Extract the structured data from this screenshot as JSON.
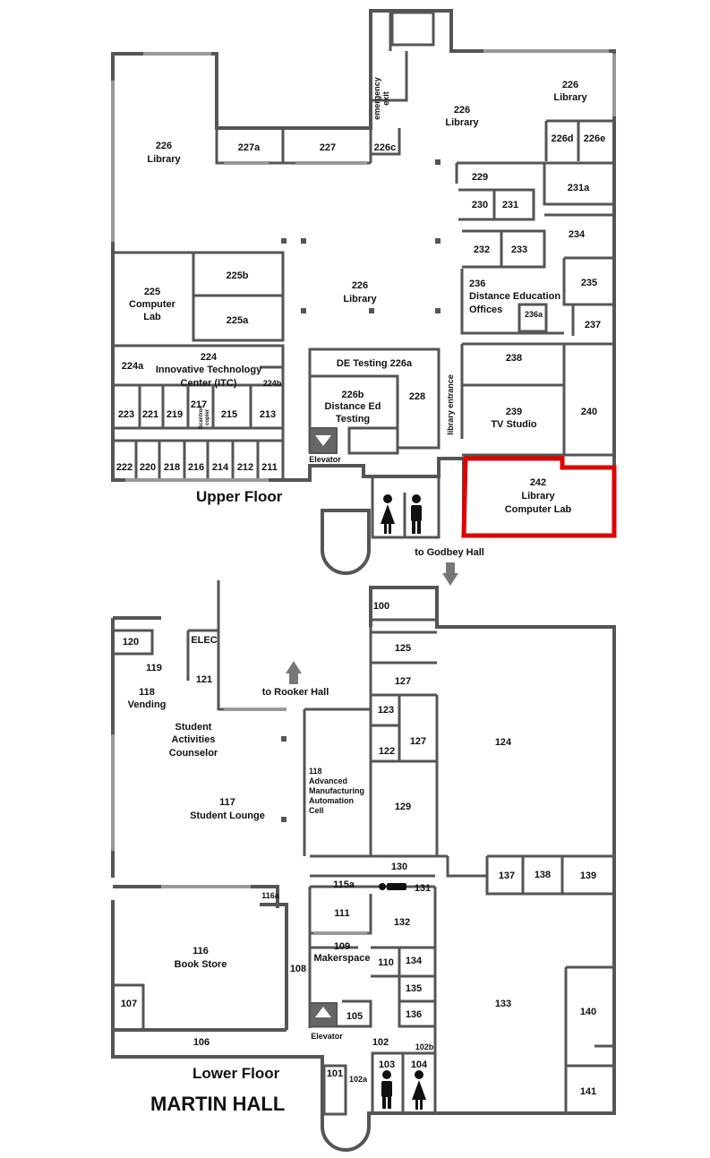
{
  "building_title": "MARTIN HALL",
  "floors": {
    "upper": "Upper Floor",
    "lower": "Lower Floor"
  },
  "highlight": {
    "room": "242",
    "color": "#e00000"
  },
  "upper_rooms": {
    "r226_a": [
      "226",
      "Library"
    ],
    "r226_b": [
      "226",
      "Library"
    ],
    "r226_c": [
      "226",
      "Library"
    ],
    "r226_d": [
      "226",
      "Library"
    ],
    "r227a": [
      "227a"
    ],
    "r227": [
      "227"
    ],
    "r226c": [
      "226c"
    ],
    "r226d": [
      "226d"
    ],
    "r226e": [
      "226e"
    ],
    "emergency_exit": [
      "emergency",
      "exit"
    ],
    "r229": [
      "229"
    ],
    "r231a": [
      "231a"
    ],
    "r230": [
      "230"
    ],
    "r231": [
      "231"
    ],
    "r232": [
      "232"
    ],
    "r233": [
      "233"
    ],
    "r234": [
      "234"
    ],
    "r235": [
      "235"
    ],
    "r236": [
      "236",
      "Distance Education",
      "Offices"
    ],
    "r236a": [
      "236a"
    ],
    "r237": [
      "237"
    ],
    "r238": [
      "238"
    ],
    "r225b": [
      "225b"
    ],
    "r225": [
      "225",
      "Computer",
      "Lab"
    ],
    "r225a": [
      "225a"
    ],
    "r224a": [
      "224a"
    ],
    "r224": [
      "224",
      "Innovative Technology",
      "Center (ITC)"
    ],
    "r224b": [
      "224b"
    ],
    "r223": [
      "223"
    ],
    "r221": [
      "221"
    ],
    "r219": [
      "219"
    ],
    "r217": [
      "217"
    ],
    "r217_sub": [
      "Scantron",
      "copier"
    ],
    "r215": [
      "215"
    ],
    "r213": [
      "213"
    ],
    "r222": [
      "222"
    ],
    "r220": [
      "220"
    ],
    "r218": [
      "218"
    ],
    "r216": [
      "216"
    ],
    "r214": [
      "214"
    ],
    "r212": [
      "212"
    ],
    "r211": [
      "211"
    ],
    "r226a": [
      "DE Testing 226a"
    ],
    "r226b": [
      "226b",
      "Distance Ed",
      "Testing"
    ],
    "r228": [
      "228"
    ],
    "library_entrance": [
      "library entrance"
    ],
    "r239": [
      "239",
      "TV Studio"
    ],
    "r240": [
      "240"
    ],
    "r242": [
      "242",
      "Library",
      "Computer Lab"
    ],
    "elevator": [
      "Elevator"
    ]
  },
  "lower_rooms": {
    "r100": [
      "100"
    ],
    "r120": [
      "120"
    ],
    "elec": [
      "ELEC"
    ],
    "r119": [
      "119"
    ],
    "r121": [
      "121"
    ],
    "r118v": [
      "118",
      "Vending"
    ],
    "r125": [
      "125"
    ],
    "r127a": [
      "127"
    ],
    "r123": [
      "123"
    ],
    "r127b": [
      "127"
    ],
    "r122": [
      "122"
    ],
    "r124": [
      "124"
    ],
    "counselor": [
      "Student",
      "Activities",
      "Counselor"
    ],
    "r118": [
      "118",
      "Advanced",
      "Manufacturing",
      "Automation",
      "Cell"
    ],
    "r129": [
      "129"
    ],
    "r117": [
      "117",
      "Student Lounge"
    ],
    "r130": [
      "130"
    ],
    "r137": [
      "137"
    ],
    "r138": [
      "138"
    ],
    "r139": [
      "139"
    ],
    "r115a": [
      "115a"
    ],
    "r131": [
      "131"
    ],
    "r116a": [
      "116a"
    ],
    "r111": [
      "111"
    ],
    "r132": [
      "132"
    ],
    "r116": [
      "116",
      "Book Store"
    ],
    "r109": [
      "109",
      "Makerspace"
    ],
    "r110": [
      "110"
    ],
    "r134": [
      "134"
    ],
    "r108": [
      "108"
    ],
    "r135": [
      "135"
    ],
    "r107": [
      "107"
    ],
    "r133": [
      "133"
    ],
    "r140": [
      "140"
    ],
    "r105": [
      "105"
    ],
    "r136": [
      "136"
    ],
    "elevator": [
      "Elevator"
    ],
    "r102": [
      "102"
    ],
    "r102b": [
      "102b"
    ],
    "r106": [
      "106"
    ],
    "r101": [
      "101"
    ],
    "r102a": [
      "102a"
    ],
    "r103": [
      "103"
    ],
    "r104": [
      "104"
    ],
    "r141": [
      "141"
    ]
  },
  "directions": {
    "godbey": "to Godbey Hall",
    "rooker": "to Rooker Hall"
  },
  "icons": [
    "elevator-icon",
    "restroom-women-icon",
    "restroom-men-icon",
    "arrow-down-icon",
    "arrow-up-icon",
    "accessible-restroom-icon"
  ]
}
